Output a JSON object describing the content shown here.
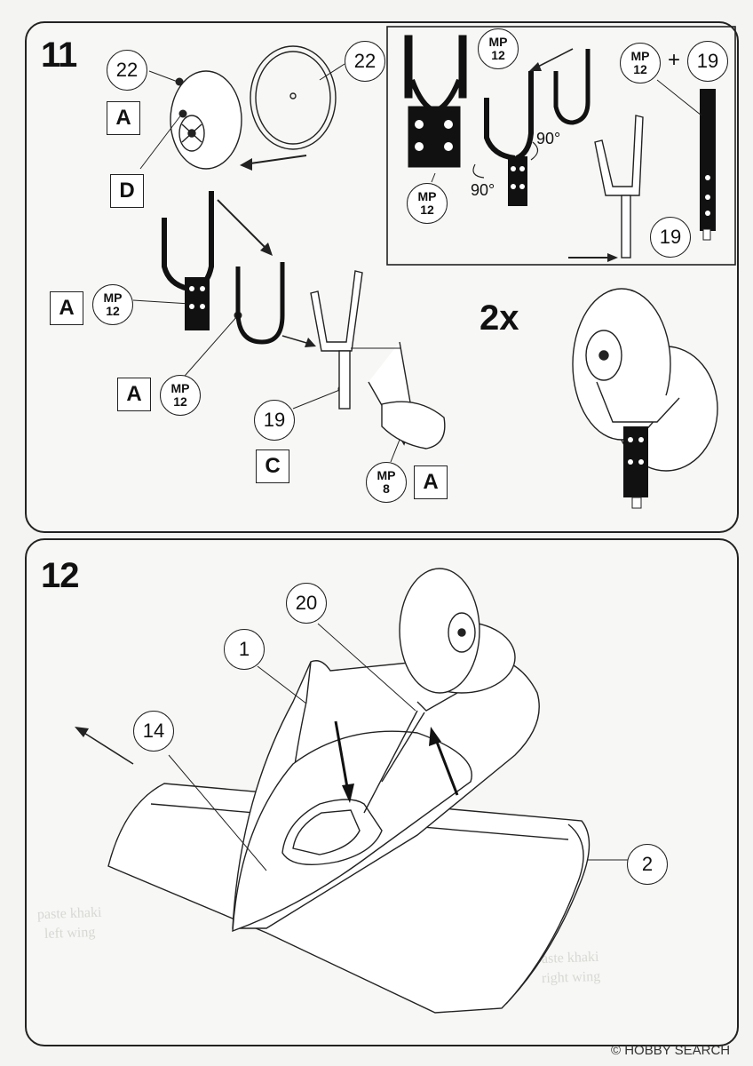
{
  "step11": {
    "number": "11",
    "callouts": {
      "wheel_top": "22",
      "wheel_right": "22",
      "strut": "19",
      "inset_strut": "19",
      "inset_bottom": "19"
    },
    "mp_top_line": "MP",
    "mp_12": "12",
    "mp_8": "8",
    "letters": {
      "a1": "A",
      "d": "D",
      "a2": "A",
      "a3": "A",
      "c": "C",
      "a4": "A"
    },
    "inset": {
      "angle_1": "90°",
      "angle_2": "90°",
      "plus": "+"
    },
    "multiplier": "2x"
  },
  "step12": {
    "number": "12",
    "callouts": {
      "fuselage": "1",
      "wheel_assembly": "20",
      "fairing": "14",
      "wing": "2"
    }
  },
  "ghost_text": {
    "left_1": "paste khaki",
    "left_2": "left wing",
    "right_1": "paste khaki",
    "right_2": "right wing"
  },
  "watermark": "© HOBBY SEARCH"
}
